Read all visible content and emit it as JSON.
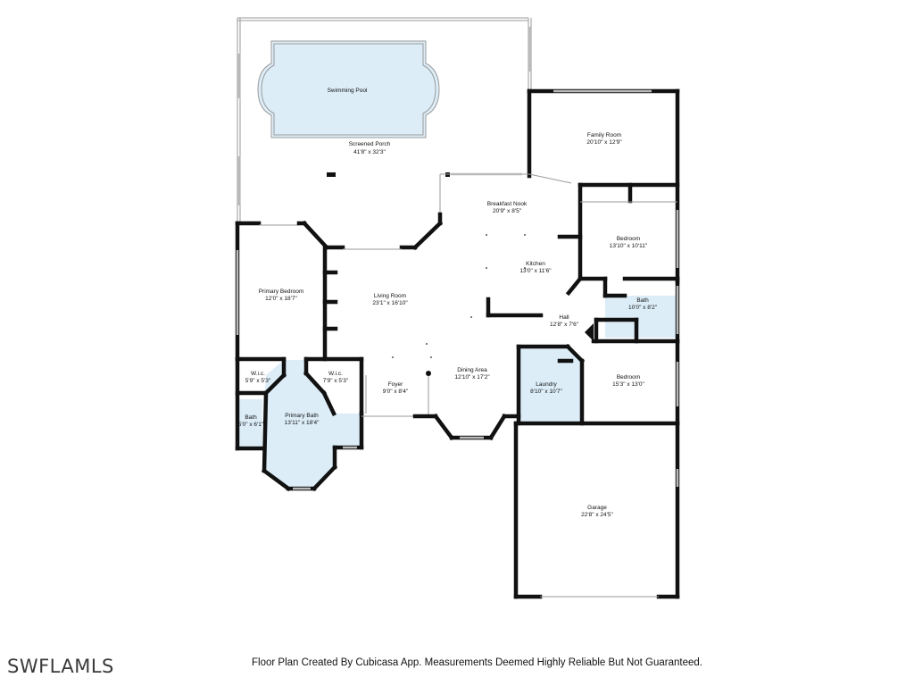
{
  "plan": {
    "rooms": [
      {
        "id": "pool",
        "name": "Swimming Pool",
        "dims": ""
      },
      {
        "id": "porch",
        "name": "Screened Porch",
        "dims": "41'8\" x 32'3\""
      },
      {
        "id": "family",
        "name": "Family Room",
        "dims": "20'10\" x 12'9\""
      },
      {
        "id": "nook",
        "name": "Breakfast Nook",
        "dims": "20'9\" x 8'5\""
      },
      {
        "id": "bedroom1",
        "name": "Bedroom",
        "dims": "13'10\" x 10'11\""
      },
      {
        "id": "kitchen",
        "name": "Kitchen",
        "dims": "13'0\" x 11'6\""
      },
      {
        "id": "primary_bedroom",
        "name": "Primary Bedroom",
        "dims": "12'0\" x 18'7\""
      },
      {
        "id": "living",
        "name": "Living Room",
        "dims": "23'1\" x 16'10\""
      },
      {
        "id": "bath1",
        "name": "Bath",
        "dims": "10'0\" x 8'2\""
      },
      {
        "id": "hall",
        "name": "Hall",
        "dims": "12'8\" x 7'6\""
      },
      {
        "id": "wic1",
        "name": "W.i.c.",
        "dims": "5'9\" x 5'3\""
      },
      {
        "id": "wic2",
        "name": "W.i.c.",
        "dims": "7'9\" x 5'3\""
      },
      {
        "id": "foyer",
        "name": "Foyer",
        "dims": "9'0\" x 8'4\""
      },
      {
        "id": "dining",
        "name": "Dining Area",
        "dims": "12'10\" x 17'2\""
      },
      {
        "id": "laundry",
        "name": "Laundry",
        "dims": "8'10\" x 10'7\""
      },
      {
        "id": "bedroom2",
        "name": "Bedroom",
        "dims": "15'3\" x 13'0\""
      },
      {
        "id": "bath2",
        "name": "Bath",
        "dims": "5'0\" x 6'1\""
      },
      {
        "id": "primary_bath",
        "name": "Primary Bath",
        "dims": "13'11\" x 18'4\""
      },
      {
        "id": "garage",
        "name": "Garage",
        "dims": "22'8\" x 24'5\""
      }
    ]
  },
  "watermark": "SWFLAMLS",
  "disclaimer": "Floor Plan Created By Cubicasa App. Measurements Deemed Highly Reliable But Not Guaranteed.",
  "colors": {
    "wall": "#111111",
    "wet_area": "#dcedf8",
    "window": "#b9b9b9"
  }
}
